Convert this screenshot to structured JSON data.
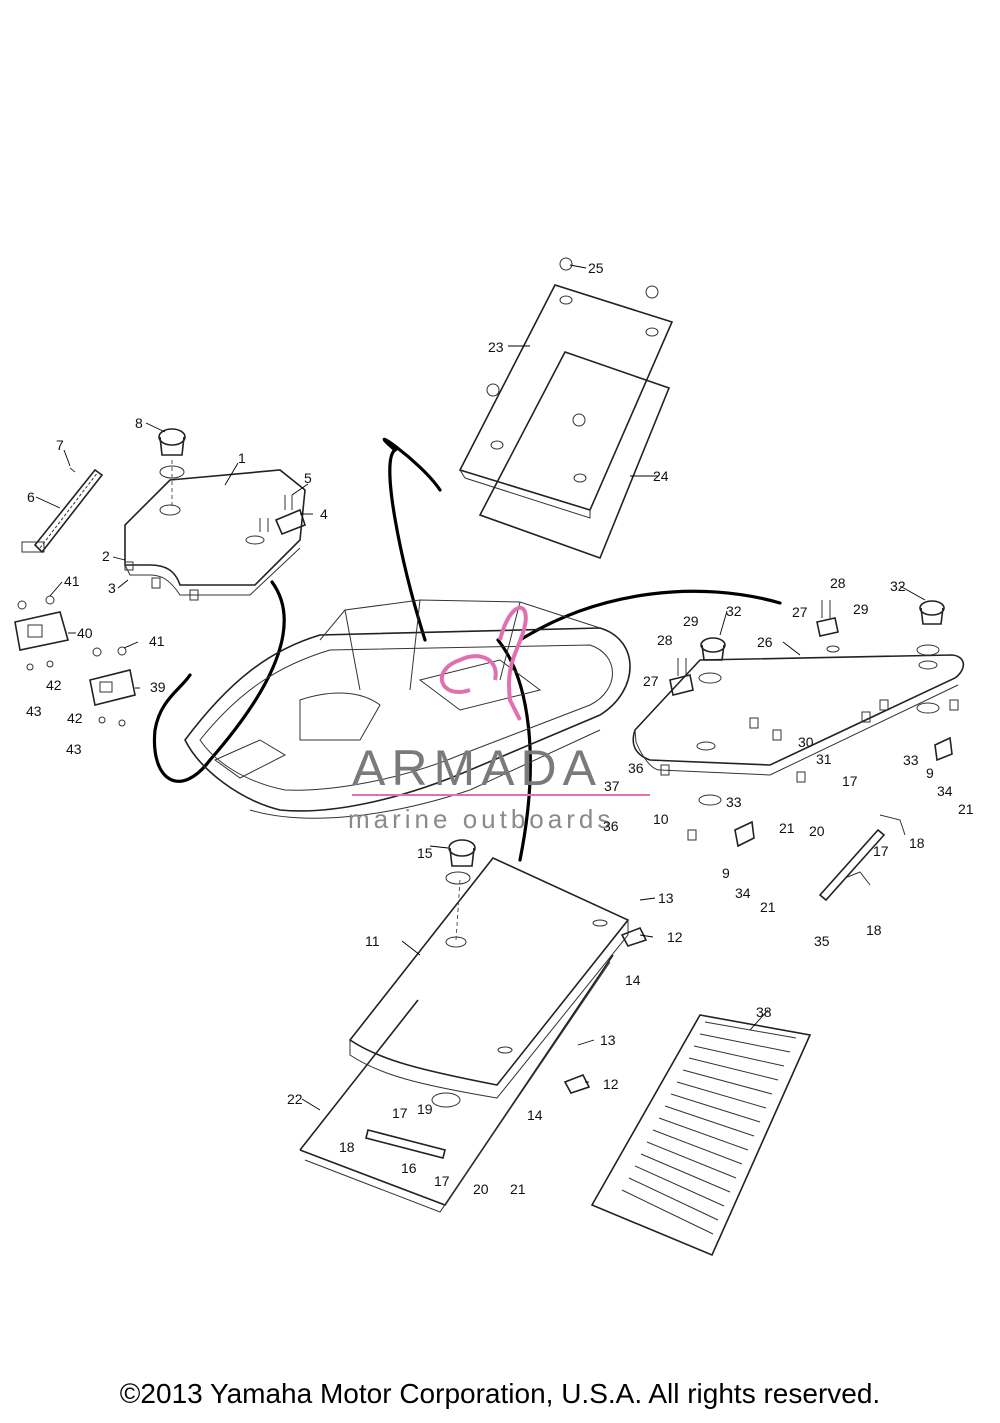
{
  "watermark": {
    "title": "ARMADA",
    "subtitle": "marine outboards",
    "accent_color": "#e070b0"
  },
  "copyright": "©2013 Yamaha Motor Corporation, U.S.A. All rights reserved.",
  "callouts": [
    "1",
    "2",
    "3",
    "4",
    "5",
    "6",
    "7",
    "8",
    "9",
    "10",
    "11",
    "12",
    "13",
    "14",
    "15",
    "16",
    "17",
    "18",
    "19",
    "20",
    "21",
    "22",
    "23",
    "24",
    "25",
    "26",
    "27",
    "28",
    "29",
    "30",
    "31",
    "32",
    "33",
    "34",
    "35",
    "36",
    "37",
    "38",
    "39",
    "40",
    "41",
    "42",
    "43"
  ]
}
